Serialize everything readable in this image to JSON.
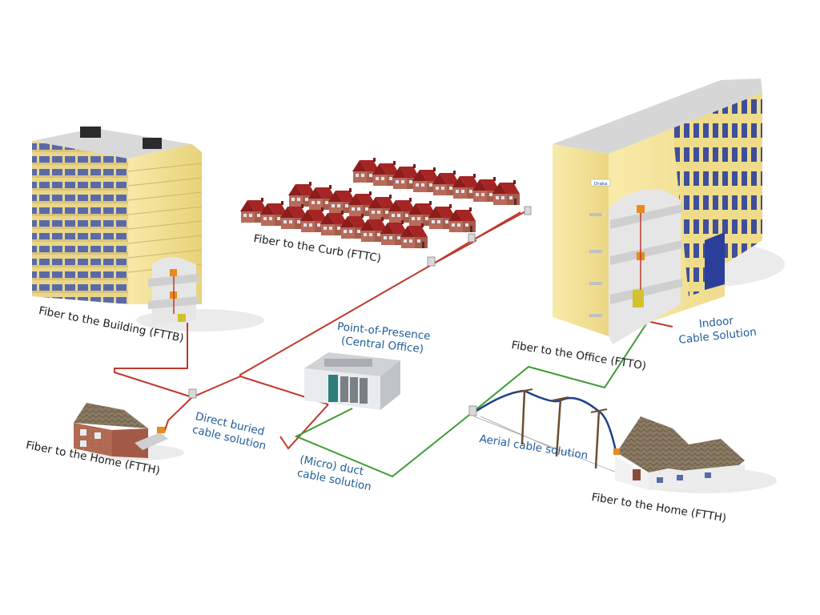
{
  "labels": {
    "fttb": "Fiber to the Building (FTTB)",
    "fttc": "Fiber to the Curb (FTTC)",
    "ftto": "Fiber to the Office (FTTO)",
    "ftth_left": "Fiber to the Home (FTTH)",
    "ftth_right": "Fiber to the Home (FTTH)",
    "pop": "Point-of-Presence\n(Central Office)",
    "indoor": "Indoor\nCable Solution",
    "direct_buried": "Direct buried\ncable solution",
    "micro_duct": "(Micro) duct\ncable solution",
    "aerial": "Aerial cable solution"
  },
  "office_sign": "Draka",
  "colors": {
    "red_cable": "#c0392b",
    "green_cable": "#3d9b35",
    "blue_cable": "#1f3f8a",
    "label_blue": "#1f5c9a",
    "label_dark": "#1a1a1a",
    "wall_yellow": "#f4e39b",
    "roof_red": "#8c1d1d",
    "brick": "#b06a55",
    "window_blue": "#2b3f9a"
  }
}
